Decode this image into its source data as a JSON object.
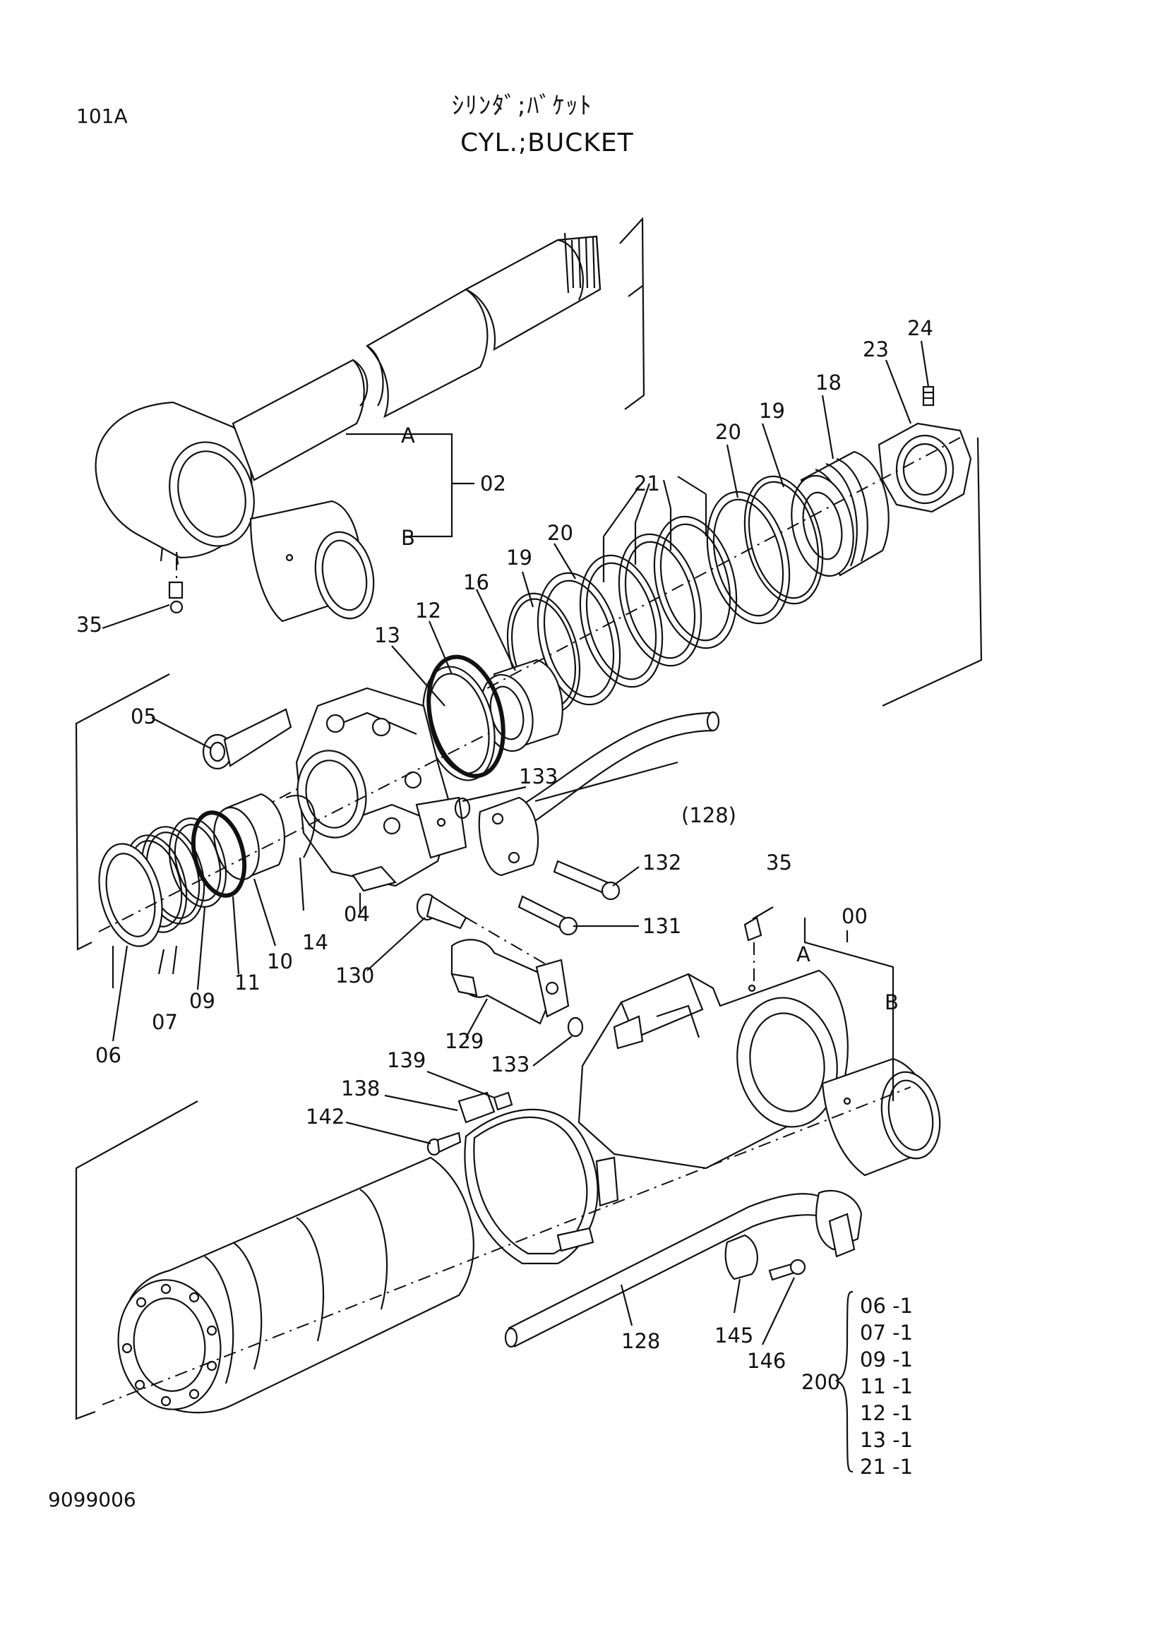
{
  "header": {
    "page_id": "101A",
    "title_ja": "ｼﾘﾝﾀﾞ;ﾊﾞｹｯﾄ",
    "title_en": "CYL.;BUCKET",
    "drawing_no": "9099006"
  },
  "callouts": {
    "c00": "00",
    "c02": "02",
    "c04": "04",
    "c05": "05",
    "c06": "06",
    "c07": "07",
    "c09": "09",
    "c10": "10",
    "c11": "11",
    "c12": "12",
    "c13": "13",
    "c14": "14",
    "c16": "16",
    "c18": "18",
    "c19a": "19",
    "c19b": "19",
    "c20a": "20",
    "c20b": "20",
    "c21": "21",
    "c23": "23",
    "c24": "24",
    "c35a": "35",
    "c35b": "35",
    "c128": "128",
    "c128p": "(128)",
    "c129": "129",
    "c130": "130",
    "c131": "131",
    "c132": "132",
    "c133a": "133",
    "c133b": "133",
    "c138": "138",
    "c139": "139",
    "c142": "142",
    "c145": "145",
    "c146": "146",
    "a1": "A",
    "b1": "B",
    "a2": "A",
    "b2": "B"
  },
  "kit": {
    "number": "200",
    "items": [
      "06",
      "07",
      "09",
      "11",
      "12",
      "13",
      "21"
    ],
    "suffix": "-1"
  }
}
